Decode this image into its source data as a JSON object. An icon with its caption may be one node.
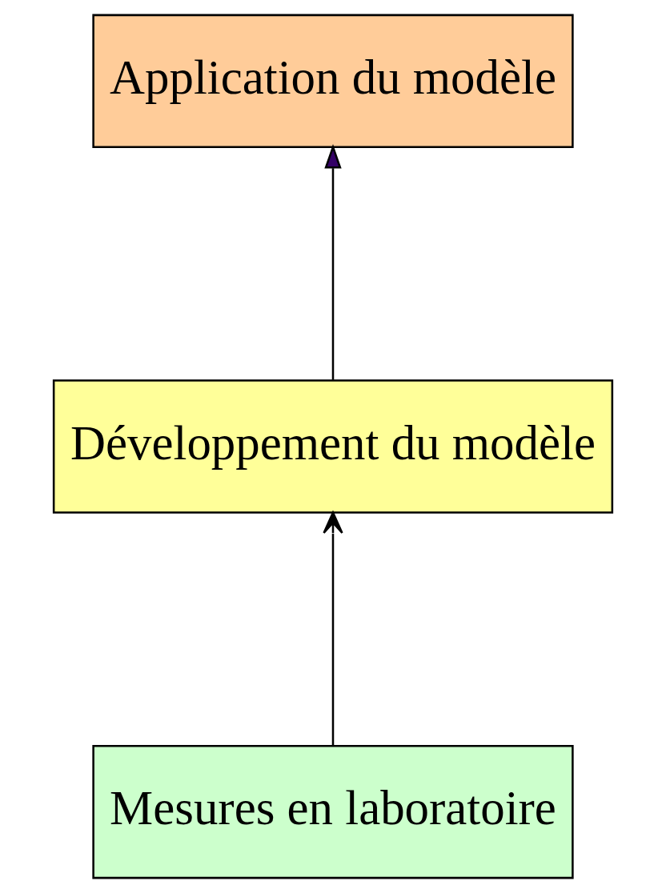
{
  "diagram": {
    "nodes": [
      {
        "text": [
          "Application du modèle"
        ]
      },
      {
        "text": [
          "Développement du modèle"
        ]
      },
      {
        "text": [
          "Mesures en laboratoire"
        ]
      }
    ],
    "edges": [
      {
        "from": 2,
        "to": 1,
        "arrow": "to"
      },
      {
        "from": 1,
        "to": 0,
        "arrow": "to"
      }
    ]
  }
}
